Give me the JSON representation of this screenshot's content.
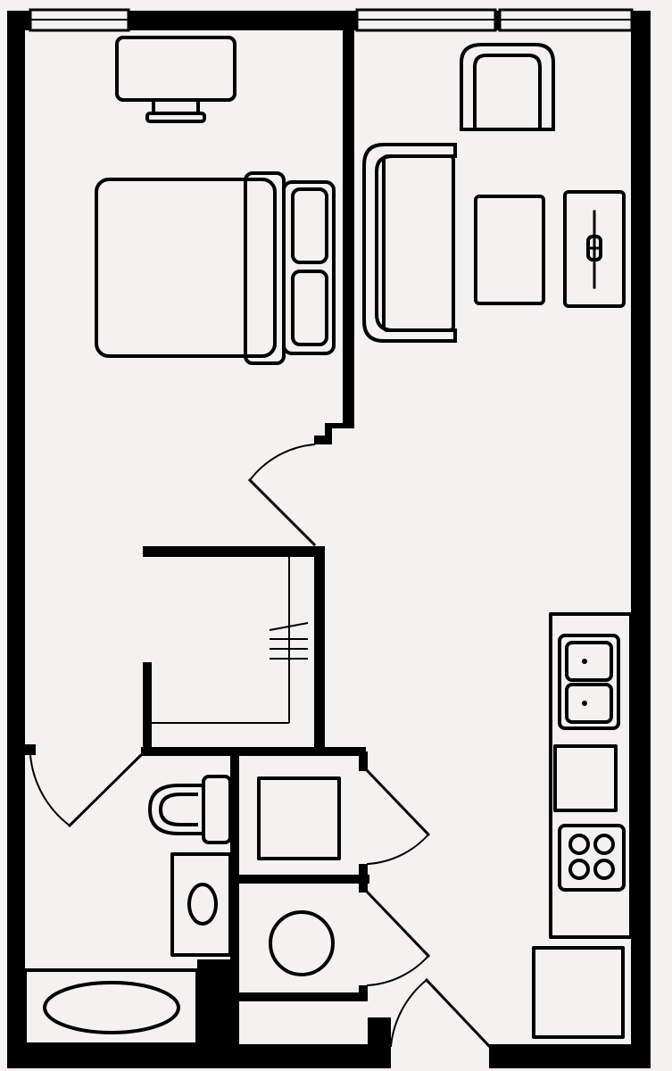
{
  "title": "",
  "rooms": [
    {
      "id": "bedroom",
      "label": ""
    },
    {
      "id": "living",
      "label": ""
    },
    {
      "id": "closet",
      "label": ""
    },
    {
      "id": "bathroom",
      "label": ""
    },
    {
      "id": "kitchen",
      "label": ""
    }
  ],
  "fixtures": [
    "tv",
    "bed",
    "armchair",
    "sofa",
    "coffee-table",
    "side-table-with-lamp",
    "closet-rod",
    "toilet",
    "bathroom-sink",
    "bathtub",
    "washer",
    "dryer",
    "kitchen-sink",
    "dishwasher",
    "stove",
    "refrigerator"
  ],
  "colors": {
    "background": "#f4f1f1",
    "wall": "#000000",
    "line": "#000000"
  }
}
